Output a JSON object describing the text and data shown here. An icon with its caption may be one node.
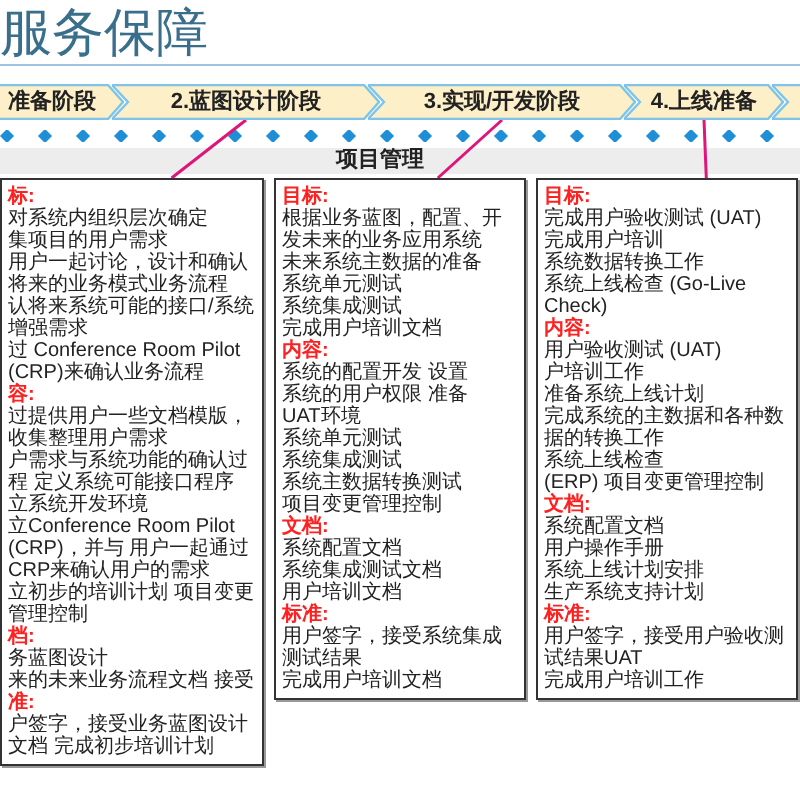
{
  "diagram": {
    "title": "服务保障",
    "nodes": [
      {
        "text": [
          "准备阶段"
        ]
      },
      {
        "text": [
          "2.蓝图设计阶段"
        ]
      },
      {
        "text": [
          "3.实现/开发阶段"
        ]
      },
      {
        "text": [
          "4.上线准备"
        ]
      },
      {
        "text": [],
        "shape": "chevron"
      },
      {
        "text": [
          "标:",
          "对系统内组织层次确定",
          "集项目的用户需求",
          "用户一起讨论，设计和确认将来的业务模式业务流程",
          "认将来系统可能的接口/系统增强需求",
          "过 Conference Room Pilot (CRP)来确认业务流程",
          "容:",
          "过提供用户一些文档模版，收集整理用户需求",
          "户需求与系统功能的确认过程 定义系统可能接口程序",
          "立系统开发环境",
          "立Conference Room Pilot (CRP)，并与 用户一起通过CRP来确认用户的需求",
          "立初步的培训计划 项目变更管理控制",
          "档:",
          "务蓝图设计",
          "来的未来业务流程文档 接受",
          "准:",
          "户签字，接受业务蓝图设计文档 完成初步培训计划"
        ]
      },
      {
        "text": [
          "目标:",
          "根据业务蓝图，配置、开发未来的业务应用系统",
          "未来系统主数据的准备",
          "系统单元测试",
          "系统集成测试",
          "完成用户培训文档",
          "内容:",
          "系统的配置开发 设置",
          "系统的用户权限 准备",
          "UAT环境",
          "系统单元测试",
          "系统集成测试",
          "系统主数据转换测试",
          "项目变更管理控制",
          "文档:",
          "系统配置文档",
          "系统集成测试文档",
          "用户培训文档",
          "标准:",
          "用户签字，接受系统集成测试结果",
          "完成用户培训文档"
        ]
      },
      {
        "text": [
          "目标:",
          "完成用户验收测试 (UAT)",
          "完成用户培训",
          "系统数据转换工作",
          "系统上线检查 (Go-Live Check)",
          "内容:",
          "用户验收测试 (UAT)",
          "户培训工作",
          "准备系统上线计划",
          "完成系统的主数据和各种数据的转换工作",
          "系统上线检查",
          "(ERP) 项目变更管理控制",
          "文档:",
          "系统配置文档",
          "用户操作手册",
          "系统上线计划安排",
          "生产系统支持计划",
          "标准:",
          "用户签字，接受用户验收测试结果UAT",
          "完成用户培训工作"
        ]
      }
    ],
    "edges": [
      {
        "from": 1,
        "to": 5,
        "arrow": "none"
      },
      {
        "from": 2,
        "to": 6,
        "arrow": "none"
      },
      {
        "from": 3,
        "to": 7,
        "arrow": "none"
      }
    ],
    "labels": [
      "项目管理"
    ]
  }
}
